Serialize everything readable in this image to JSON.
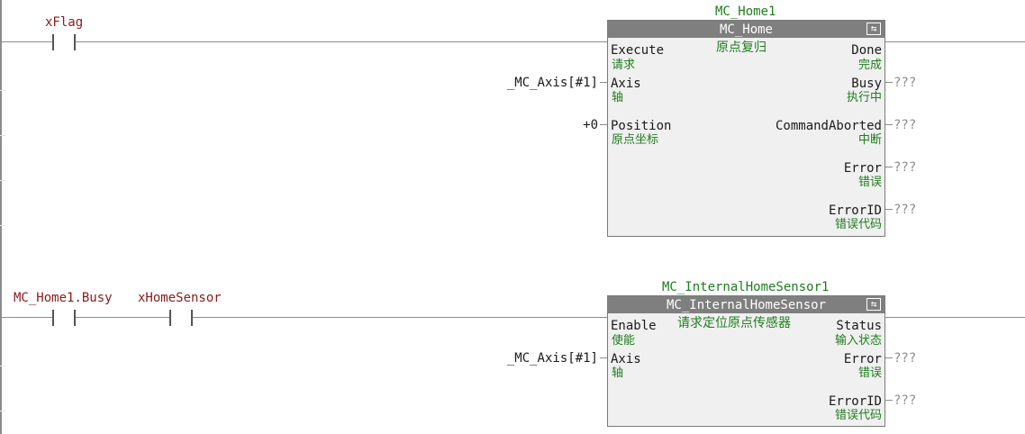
{
  "rung1": {
    "contact_var": "xFlag",
    "instance": "MC_Home1",
    "fb_type": "MC_Home",
    "fb_desc": "原点复归",
    "inputs": [
      {
        "name": "Execute",
        "zh": "请求",
        "value": ""
      },
      {
        "name": "Axis",
        "zh": "轴",
        "value": "_MC_Axis[#1]"
      },
      {
        "name": "Position",
        "zh": "原点坐标",
        "value": "+0"
      }
    ],
    "outputs": [
      {
        "name": "Done",
        "zh": "完成",
        "value": ""
      },
      {
        "name": "Busy",
        "zh": "执行中",
        "value": "???"
      },
      {
        "name": "CommandAborted",
        "zh": "中断",
        "value": "???"
      },
      {
        "name": "Error",
        "zh": "错误",
        "value": "???"
      },
      {
        "name": "ErrorID",
        "zh": "错误代码",
        "value": "???"
      }
    ]
  },
  "rung2": {
    "contact1_var": "MC_Home1.Busy",
    "contact2_var": "xHomeSensor",
    "instance": "MC_InternalHomeSensor1",
    "fb_type": "MC_InternalHomeSensor",
    "fb_desc": "请求定位原点传感器",
    "inputs": [
      {
        "name": "Enable",
        "zh": "使能",
        "value": ""
      },
      {
        "name": "Axis",
        "zh": "轴",
        "value": "_MC_Axis[#1]"
      }
    ],
    "outputs": [
      {
        "name": "Status",
        "zh": "输入状态",
        "value": ""
      },
      {
        "name": "Error",
        "zh": "错误",
        "value": "???"
      },
      {
        "name": "ErrorID",
        "zh": "错误代码",
        "value": "???"
      }
    ]
  }
}
